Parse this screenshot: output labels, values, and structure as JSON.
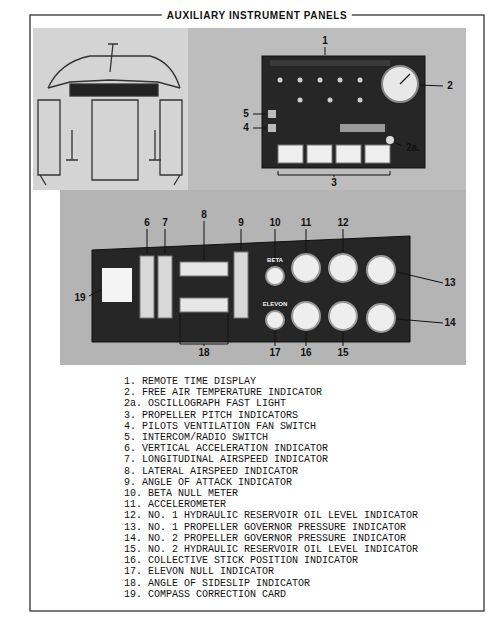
{
  "diagram": {
    "title": "AUXILIARY INSTRUMENT PANELS",
    "labels": [
      "1",
      "2",
      "5",
      "4",
      "2a.",
      "3",
      "8",
      "6",
      "7",
      "9",
      "10",
      "11",
      "12",
      "BETA",
      "13",
      "19",
      "ELEVON",
      "14",
      "18",
      "17",
      "16",
      "15",
      "1. REMOTE TIME DISPLAY",
      "2. FREE AIR TEMPERATURE INDICATOR",
      "2a. OSCILLOGRAPH FAST LIGHT",
      "3. PROPELLER PITCH INDICATORS",
      "4. PILOTS VENTILATION FAN SWITCH",
      "5. INTERCOM/RADIO SWITCH",
      "6. VERTICAL ACCELERATION INDICATOR",
      "7. LONGITUDINAL AIRSPEED INDICATOR",
      "8. LATERAL AIRSPEED INDICATOR",
      "9. ANGLE OF ATTACK INDICATOR",
      "10. BETA NULL METER",
      "11. ACCELEROMETER",
      "12. NO. 1 HYDRAULIC RESERVOIR OIL LEVEL INDICATOR",
      "13. NO. 1 PROPELLER GOVERNOR PRESSURE INDICATOR",
      "14. NO. 2 PROPELLER GOVERNOR PRESSURE INDICATOR",
      "15. NO. 2 HYDRAULIC RESERVOIR OIL LEVEL INDICATOR",
      "16. COLLECTIVE STICK POSITION INDICATOR",
      "17. ELEVON NULL INDICATOR",
      "18. ANGLE OF SIDESLIP INDICATOR",
      "19. COMPASS CORRECTION CARD"
    ]
  }
}
